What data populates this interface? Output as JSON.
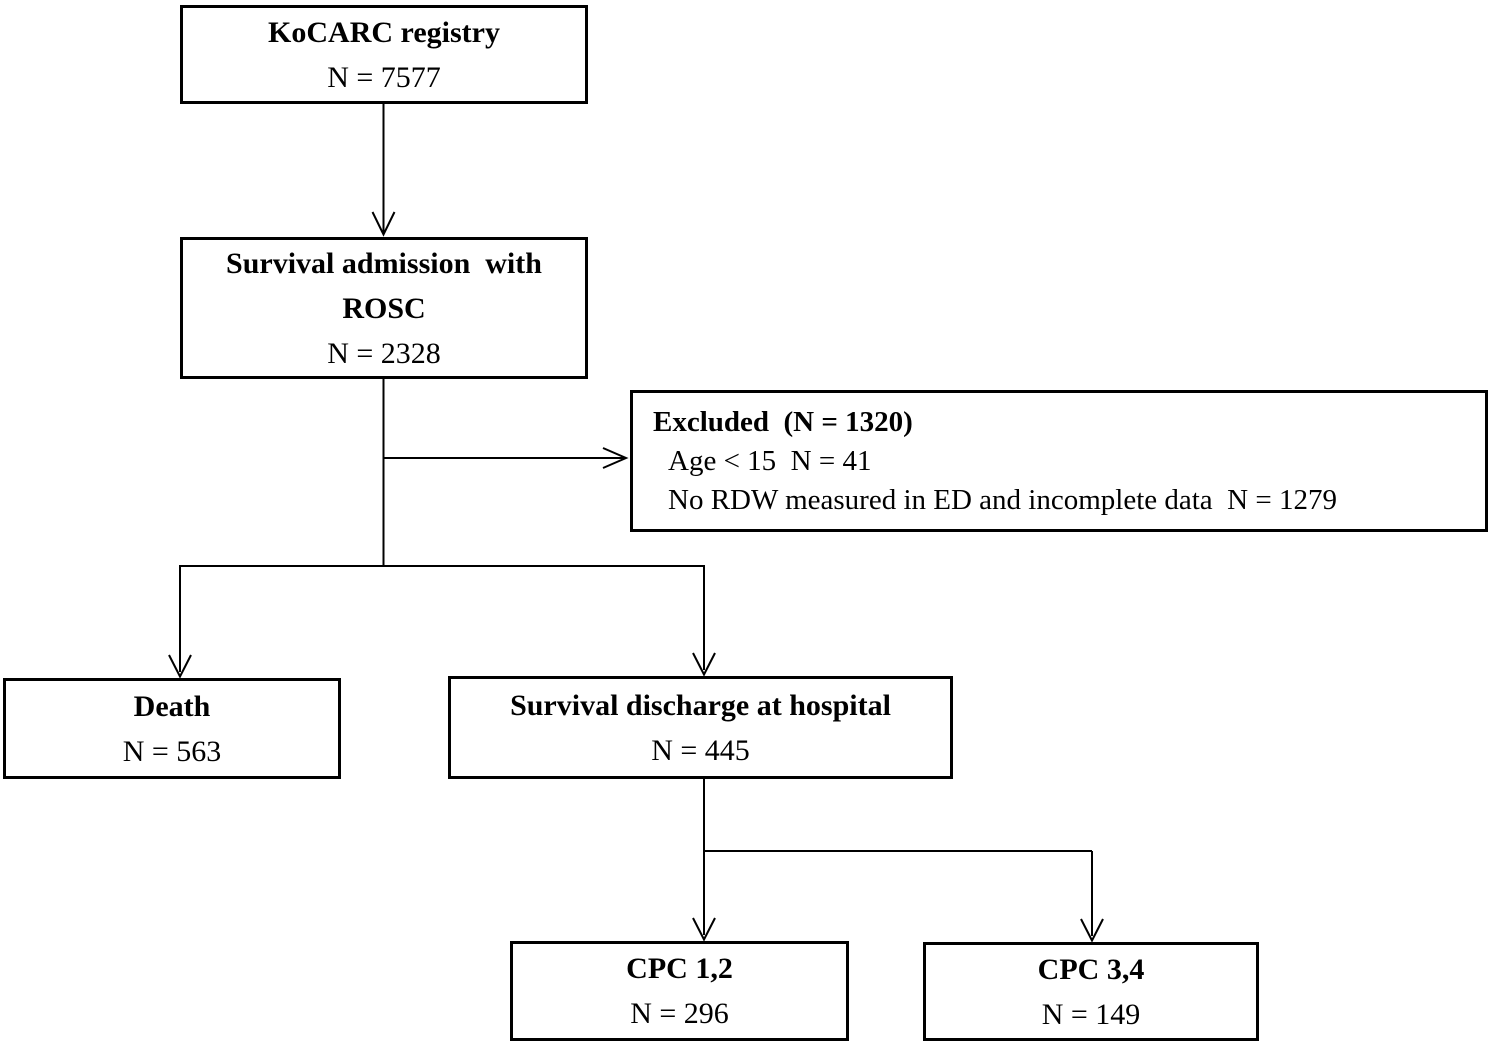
{
  "boxes": {
    "registry": {
      "title": "KoCARC registry",
      "n": "N = 7577"
    },
    "admission": {
      "line1": "Survival admission  with",
      "line2": "ROSC",
      "n": "N = 2328"
    },
    "excluded": {
      "title": "Excluded  (N = 1320)",
      "items": [
        "Age < 15  N = 41",
        "No RDW measured in ED and incomplete data  N = 1279"
      ]
    },
    "death": {
      "title": "Death",
      "n": "N = 563"
    },
    "discharge": {
      "title": "Survival discharge at hospital",
      "n": "N = 445"
    },
    "cpc12": {
      "title": "CPC 1,2",
      "n": "N = 296"
    },
    "cpc34": {
      "title": "CPC 3,4",
      "n": "N = 149"
    }
  },
  "colors": {
    "line": "#000000",
    "text": "#000000",
    "background": "#ffffff"
  }
}
